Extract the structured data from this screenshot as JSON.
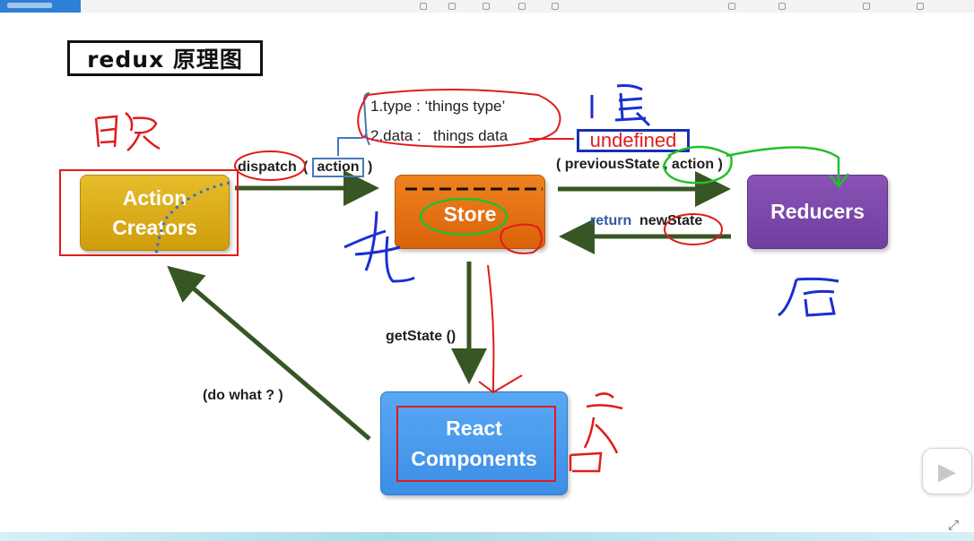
{
  "slide": {
    "title": "redux 原理图",
    "nodes": {
      "action_creators": {
        "line1": "Action",
        "line2": "Creators"
      },
      "store": "Store",
      "reducers": "Reducers",
      "react_components": {
        "line1": "React",
        "line2": "Components"
      }
    },
    "labels": {
      "dispatch": "dispatch",
      "action_open": "(",
      "action": "action",
      "action_close": ")",
      "action_type": "1.type : ‘things type’",
      "action_data_key": "2.data :",
      "action_data_value": "things data",
      "reducer_args": "( previousState , action )",
      "return_prefix": "return",
      "return_value": "newState",
      "get_state": "getState ()",
      "do_what": "(do what ? )"
    },
    "annotations": {
      "undefined": "undefined"
    }
  },
  "player": {
    "play_icon": "play-icon",
    "fullscreen_icon": "fullscreen-icon"
  },
  "colors": {
    "arrow": "#375623",
    "annotation_red": "#e01c1c",
    "annotation_blue": "#1a2fd0",
    "annotation_green": "#22c02a",
    "brace": "#4a78b8"
  }
}
